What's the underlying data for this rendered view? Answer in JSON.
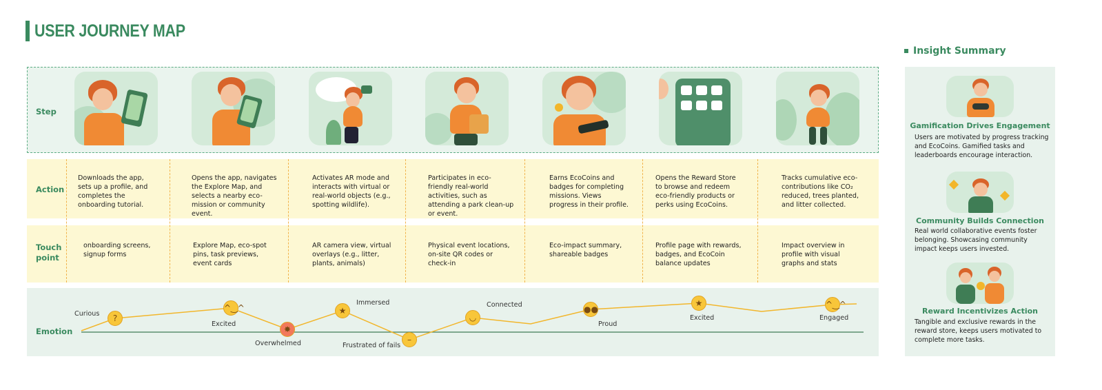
{
  "title": "USER JOURNEY MAP",
  "row_labels": {
    "step": "Step",
    "action": "Action",
    "touchpoint": "Touch point",
    "emotion": "Emotion"
  },
  "illustrations": [
    {
      "icon": "phone-onboarding-illustration"
    },
    {
      "icon": "explore-map-illustration"
    },
    {
      "icon": "ar-mode-illustration"
    },
    {
      "icon": "park-cleanup-illustration"
    },
    {
      "icon": "ecocoins-illustration"
    },
    {
      "icon": "reward-store-illustration"
    },
    {
      "icon": "impact-tracking-illustration"
    }
  ],
  "actions": [
    "Downloads the app, sets up a profile, and completes the onboarding tutorial.",
    "Opens the app, navigates the Explore Map, and selects a nearby eco-mission or community event.",
    "Activates AR mode and interacts with virtual or real-world objects (e.g., spotting wildlife).",
    "Participates in eco-friendly real-world activities, such as attending a park clean-up or event.",
    "Earns EcoCoins and badges for completing missions. Views progress in their profile.",
    "Opens the Reward Store to browse and redeem eco-friendly products or perks using EcoCoins.",
    "Tracks cumulative eco-contributions like CO₂ reduced, trees planted, and litter collected."
  ],
  "touchpoints": [
    "onboarding screens, signup forms",
    "Explore Map, eco-spot pins, task previews, event cards",
    "AR camera view, virtual overlays (e.g., litter, plants, animals)",
    "Physical event locations, on-site QR codes or check-in",
    "Eco-impact summary, shareable badges",
    "Profile page with rewards, badges, and EcoCoin balance updates",
    "Impact overview in profile with visual graphs and stats"
  ],
  "emotions": [
    {
      "label": "Curious",
      "emoji": "thinking-face"
    },
    {
      "label": "Excited",
      "emoji": "hugging-face"
    },
    {
      "label": "Overwhelmed",
      "emoji": "exploding-head"
    },
    {
      "label": "Immersed",
      "emoji": "star-struck"
    },
    {
      "label": "Frustrated of fails",
      "emoji": "neutral-face"
    },
    {
      "label": "Connected",
      "emoji": "halo-face"
    },
    {
      "label": "Proud",
      "emoji": "sunglasses-face"
    },
    {
      "label": "Excited",
      "emoji": "star-struck"
    },
    {
      "label": "Engaged",
      "emoji": "hugging-face"
    }
  ],
  "insight": {
    "title": "Insight Summary",
    "items": [
      {
        "heading": "Gamification Drives Engagement",
        "body": "Users are motivated by progress tracking and EcoCoins. Gamified tasks and leaderboards encourage interaction.",
        "icon": "gaming-illustration"
      },
      {
        "heading": "Community Builds Connection",
        "body": "Real world collaborative events foster belonging. Showcasing community impact keeps users invested.",
        "icon": "community-illustration"
      },
      {
        "heading": "Reward Incentivizes Action",
        "body": "Tangible and exclusive rewards in the reward store, keeps users motivated to complete more tasks.",
        "icon": "reward-illustration"
      }
    ]
  },
  "colors": {
    "brand_green": "#3a8a5f",
    "step_background": "#eaf4ee",
    "band_yellow": "#fdf8d3",
    "divider_orange": "#f1b24a",
    "emotion_line": "#f2b62b"
  }
}
